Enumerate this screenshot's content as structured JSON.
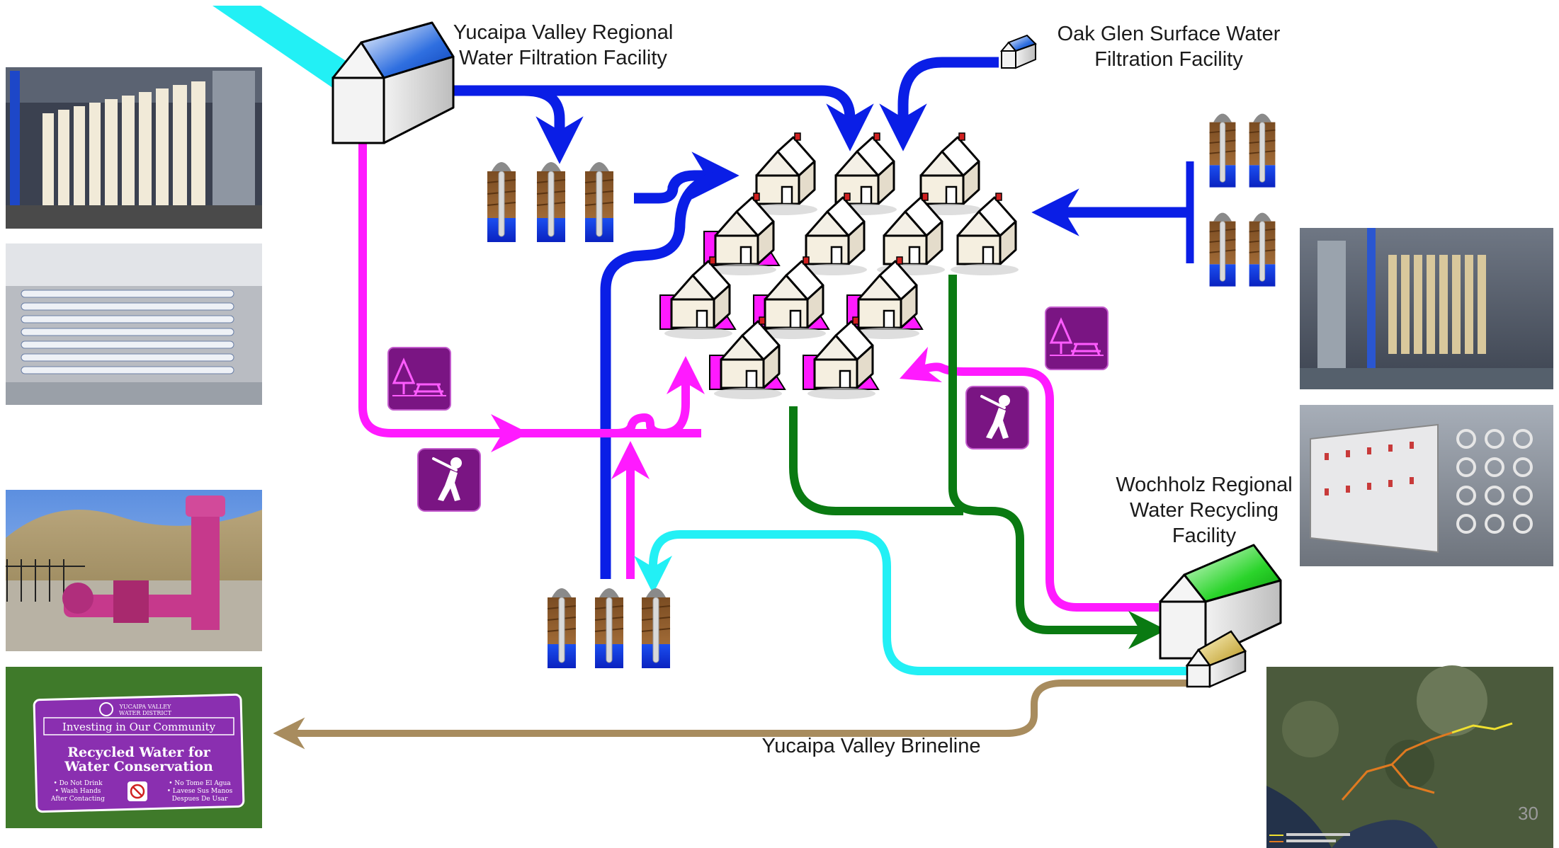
{
  "labels": {
    "filtration_facility": [
      "Yucaipa Valley Regional",
      "Water Filtration Facility"
    ],
    "oak_glen": [
      "Oak Glen Surface Water",
      "Filtration Facility"
    ],
    "wochholz": [
      "Wochholz Regional",
      "Water Recycling",
      "Facility"
    ],
    "brineline": "Yucaipa Valley Brineline"
  },
  "sign": {
    "district": [
      "YUCAIPA VALLEY",
      "WATER DISTRICT"
    ],
    "banner": "Investing in Our Community",
    "headline": [
      "Recycled Water for",
      "Water Conservation"
    ],
    "left_bullets": [
      "• Do Not Drink",
      "• Wash Hands",
      "After Contacting"
    ],
    "right_bullets": [
      "• No Tome El Agua",
      "• Lavese Sus Manos",
      "Despues De Usar"
    ]
  },
  "slide_number": "30",
  "colors": {
    "potable": "#0a1ee6",
    "recycled": "#ff1aff",
    "wastewater": "#0a7a12",
    "groundwater_return": "#22f0f5",
    "brine": "#a88c5e",
    "icon_purple": "#7a1583",
    "imported_water": "#22f0f5"
  },
  "icons": [
    "park-icon",
    "golf-icon"
  ]
}
